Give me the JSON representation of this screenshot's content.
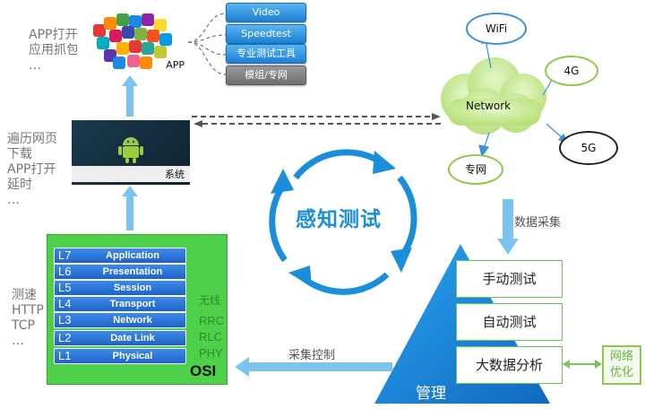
{
  "left_labels": {
    "app_line1": "APP打开",
    "app_line2": "应用抓包",
    "app_line3": "…",
    "sys_line1": "遍历网页",
    "sys_line2": "下载",
    "sys_line3": "APP打开",
    "sys_line4": "延时",
    "sys_line5": "…",
    "osi_line1": "测速",
    "osi_line2": "HTTP",
    "osi_line3": "TCP",
    "osi_line4": "…"
  },
  "app_image": {
    "caption": "APP"
  },
  "system_image": {
    "caption": "系统"
  },
  "app_options": [
    {
      "label": "Video",
      "style": "blue"
    },
    {
      "label": "Speedtest",
      "style": "blue"
    },
    {
      "label": "专业测试工具",
      "style": "blue"
    },
    {
      "label": "模组/专网",
      "style": "gray"
    }
  ],
  "osi": {
    "title": "OSI",
    "layers": [
      {
        "num": "L7",
        "name": "Application"
      },
      {
        "num": "L6",
        "name": "Presentation"
      },
      {
        "num": "L5",
        "name": "Session"
      },
      {
        "num": "L4",
        "name": "Transport"
      },
      {
        "num": "L3",
        "name": "Network"
      },
      {
        "num": "L2",
        "name": "Date Link"
      },
      {
        "num": "L1",
        "name": "Physical"
      }
    ],
    "wireless_label": "无线",
    "wireless_layers": [
      "RRC",
      "RLC",
      "PHY"
    ]
  },
  "center": {
    "label": "感知测试"
  },
  "network": {
    "cloud_label": "Network",
    "nodes": {
      "wifi": "WiFi",
      "lte": "4G",
      "nr": "5G",
      "private": "专网"
    }
  },
  "data_collect_label": "数据采集",
  "collect_control_label": "采集控制",
  "management": {
    "title": "管理",
    "items": [
      "手动测试",
      "自动测试",
      "大数据分析"
    ]
  },
  "optimize": {
    "line1": "网络",
    "line2": "优化"
  },
  "colors": {
    "accent": "#1a8fd8",
    "green": "#4fd04a",
    "pyramid": "#1d8ee0"
  }
}
